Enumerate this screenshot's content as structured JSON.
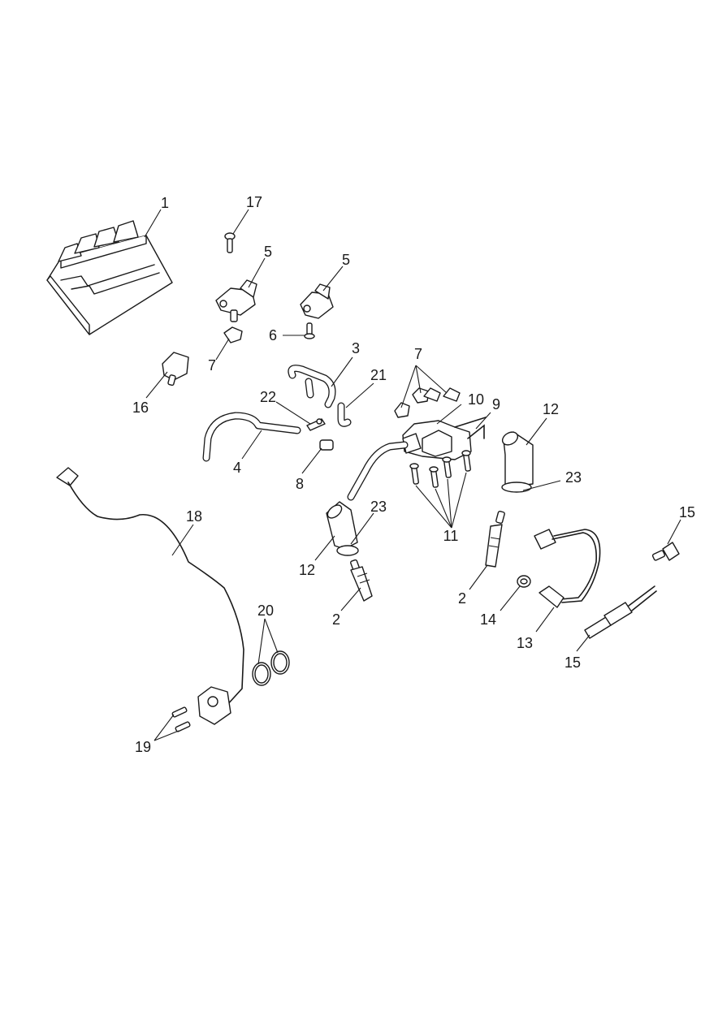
{
  "callouts": {
    "c1": "1",
    "c2a": "2",
    "c2b": "2",
    "c3": "3",
    "c4": "4",
    "c5a": "5",
    "c5b": "5",
    "c6": "6",
    "c7a": "7",
    "c7b": "7",
    "c8": "8",
    "c9": "9",
    "c10": "10",
    "c11": "11",
    "c12a": "12",
    "c12b": "12",
    "c13": "13",
    "c14": "14",
    "c15a": "15",
    "c15b": "15",
    "c16": "16",
    "c17": "17",
    "c18": "18",
    "c19": "19",
    "c20": "20",
    "c21": "21",
    "c22": "22",
    "c23a": "23",
    "c23b": "23"
  }
}
